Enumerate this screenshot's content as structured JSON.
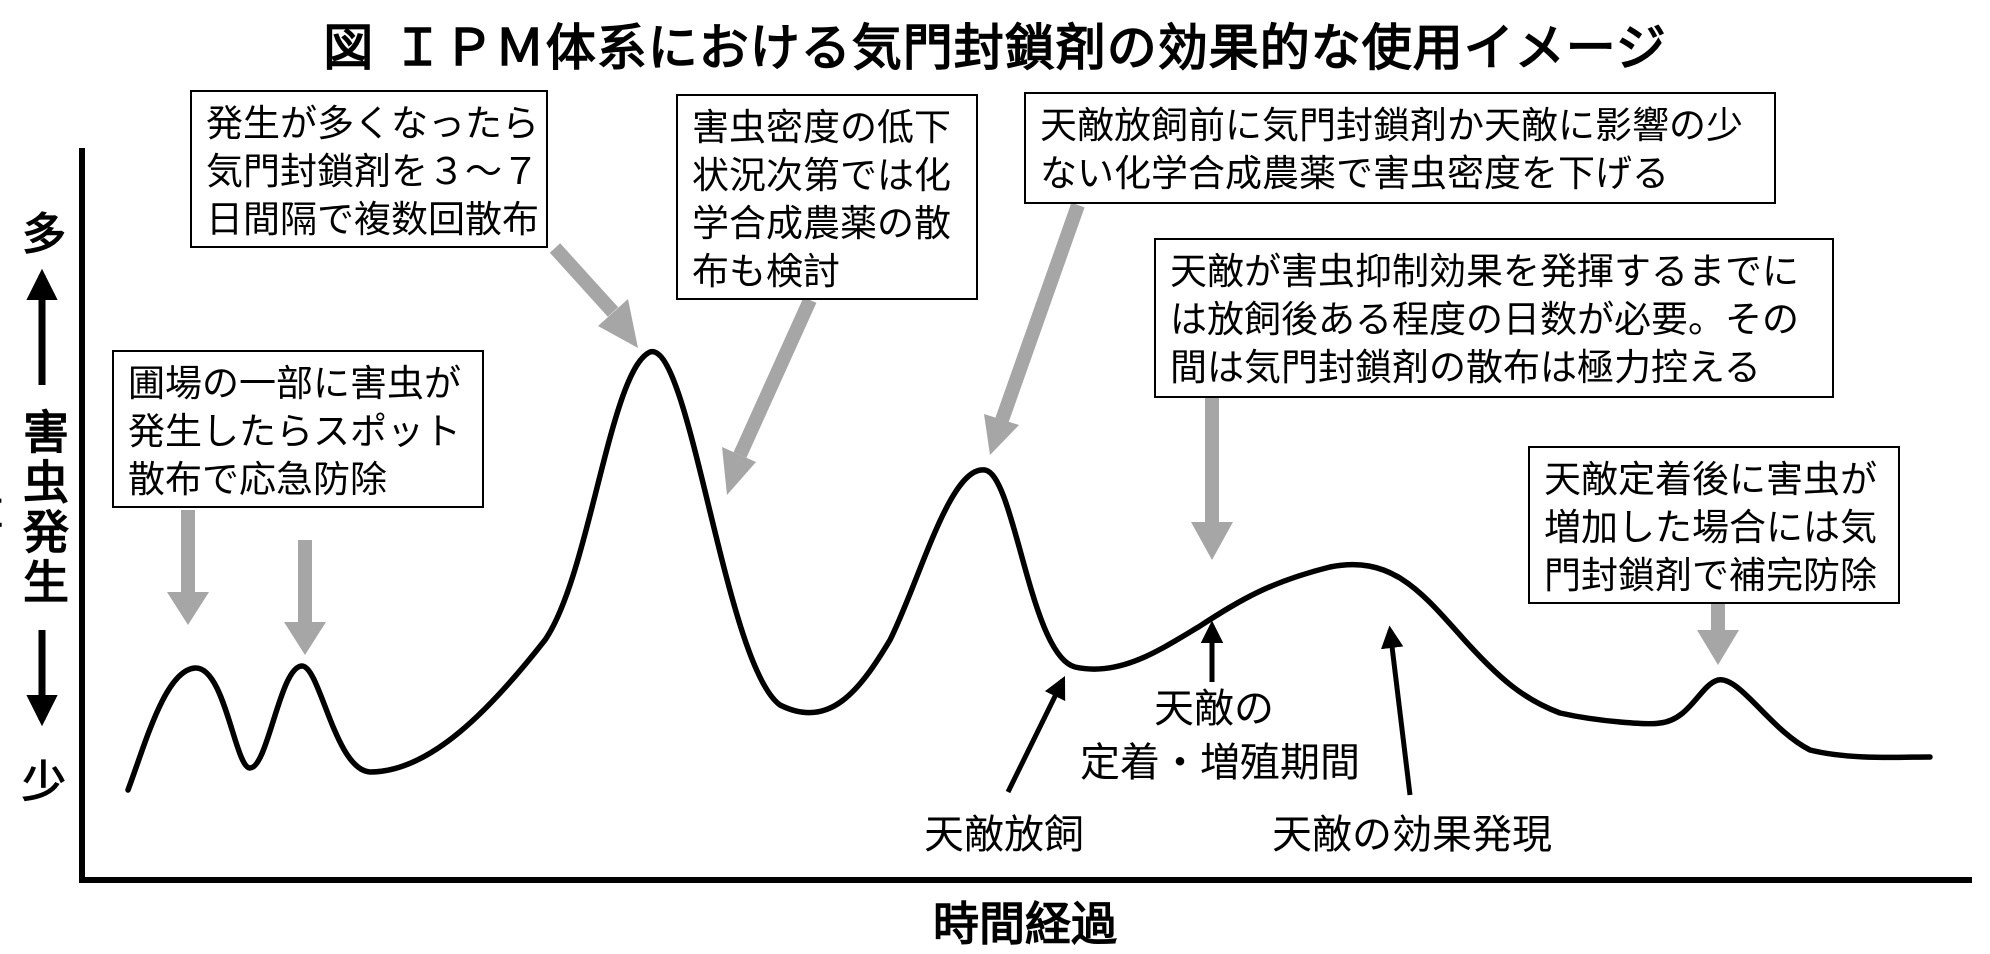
{
  "title": "図 ＩＰＭ体系における気門封鎖剤の効果的な使用イメージ",
  "axis": {
    "y_top": "多",
    "y_label": "害虫発生量",
    "y_bottom": "少",
    "x_label": "時間経過"
  },
  "boxes": {
    "spot": [
      "圃場の一部に害虫が",
      "発生したらスポット",
      "散布で応急防除"
    ],
    "interval": [
      "発生が多くなったら",
      "気門封鎖剤を３～７",
      "日間隔で複数回散布"
    ],
    "chemical": [
      "害虫密度の低下",
      "状況次第では化",
      "学合成農薬の散",
      "布も検討"
    ],
    "pre_release": [
      "天敵放飼前に気門封鎖剤か天敵に影響の少",
      "ない化学合成農薬で害虫密度を下げる"
    ],
    "wait": [
      "天敵が害虫抑制効果を発揮するまでに",
      "は放飼後ある程度の日数が必要。その",
      "間は気門封鎖剤の散布は極力控える"
    ],
    "supplement": [
      "天敵定着後に害虫が",
      "増加した場合には気",
      "門封鎖剤で補完防除"
    ]
  },
  "labels": {
    "establish": [
      "天敵の",
      "定着・増殖期間"
    ],
    "release": "天敵放飼",
    "effect": "天敵の効果発現"
  },
  "colors": {
    "gray_arrow": "#a6a6a6",
    "black": "#000000"
  }
}
